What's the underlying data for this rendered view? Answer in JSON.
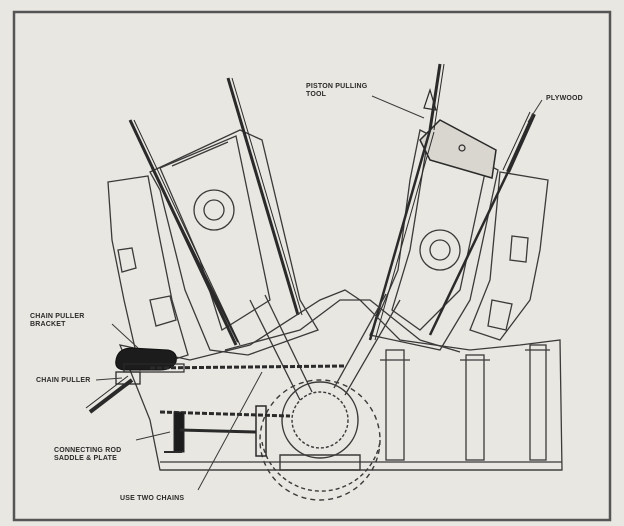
{
  "labels": {
    "piston_pulling_tool": [
      "PISTON PULLING",
      "TOOL"
    ],
    "plywood": "PLYWOOD",
    "chain_puller_bracket": [
      "CHAIN PULLER",
      "BRACKET"
    ],
    "chain_puller": "CHAIN PULLER",
    "connecting_rod_saddle_plate": [
      "CONNECTING ROD",
      "SADDLE & PLATE"
    ],
    "use_two_chains": "USE TWO CHAINS"
  },
  "colors": {
    "background": "#e9e7e1",
    "line": "#3a3a3a",
    "dark_fill": "#1c1c1c",
    "border": "#555555"
  }
}
